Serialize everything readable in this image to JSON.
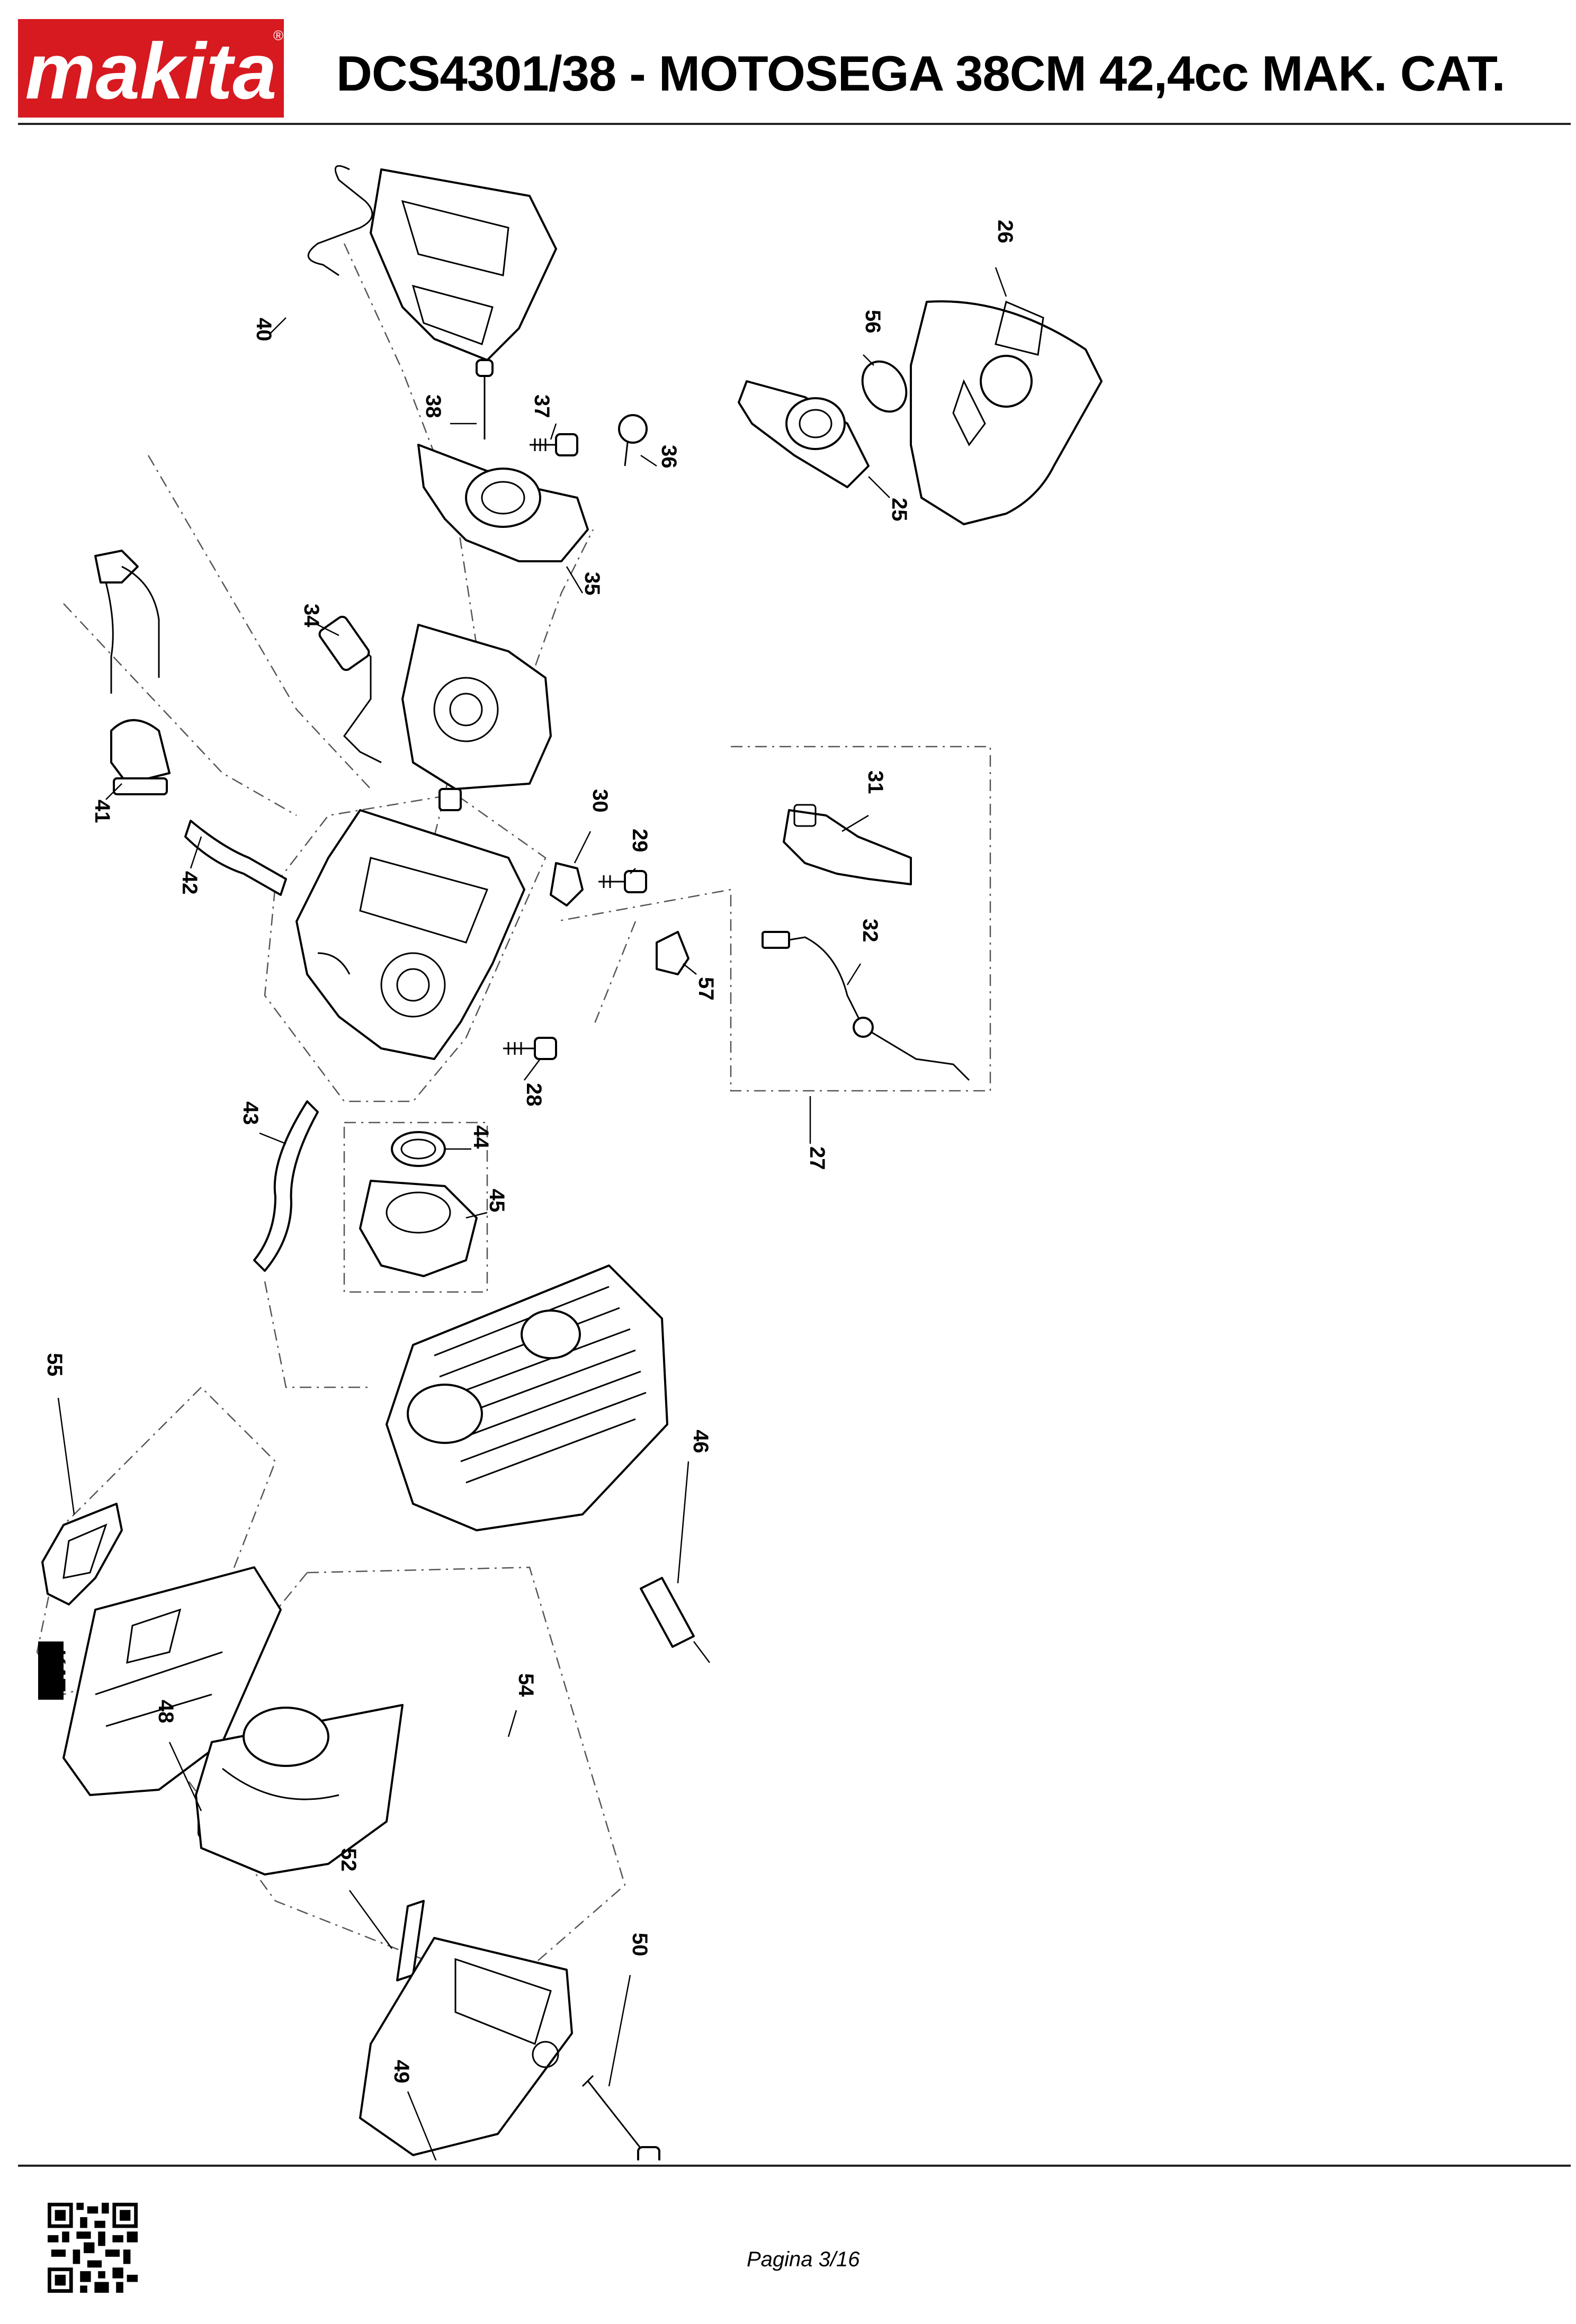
{
  "header": {
    "brand": "makita",
    "brand_color": "#d71920",
    "title": "DCS4301/38 - MOTOSEGA 38CM 42,4cc MAK. CAT."
  },
  "diagram": {
    "callouts": [
      "40",
      "38",
      "37",
      "36",
      "35",
      "34",
      "26",
      "56",
      "25",
      "31",
      "30",
      "29",
      "32",
      "57",
      "28",
      "27",
      "41",
      "42",
      "43",
      "44",
      "45",
      "46",
      "55",
      "48",
      "54",
      "52",
      "50",
      "49"
    ],
    "kat_label": "KAT"
  },
  "footer": {
    "page_label": "Pagina 3/16",
    "qr_icon": "qr-code-icon"
  }
}
